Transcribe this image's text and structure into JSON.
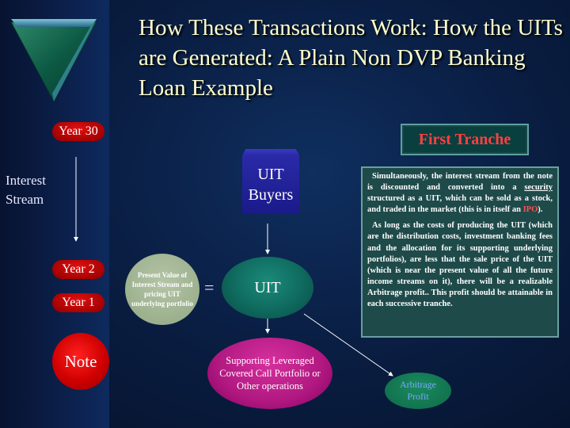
{
  "title": "How These Transactions Work: How the UITs are Generated: A Plain Non DVP Banking Loan Example",
  "timeline": {
    "year_30": "Year 30",
    "year_2": "Year 2",
    "year_1": "Year 1",
    "interest_line1": "Interest",
    "interest_line2": "Stream"
  },
  "note_label": "Note",
  "first_tranche": "First Tranche",
  "uit_buyers": {
    "line1": "UIT",
    "line2": "Buyers"
  },
  "uit_label": "UIT",
  "present_value": "Present Value of Interest Stream and pricing UIT underlying portfolio",
  "equals": "=",
  "supporting": "Supporting Leveraged Covered Call Portfolio or Other operations",
  "arbitrage": {
    "line1": "Arbitrage",
    "line2": "Profit"
  },
  "explain": {
    "p1_a": "Simultaneously, the interest stream from the note is discounted and converted into a ",
    "p1_security": "security",
    "p1_b": " structured as a UIT, which can be sold as a stock, and traded in the market (this is in itself an ",
    "p1_ipo": "IPO",
    "p1_c": ").",
    "p2": "As long as the costs of producing the UIT (which are the distribution costs, investment banking fees and the allocation for its supporting underlying portfolios), are less that the sale price of the UIT (which is near the present value of all the future income streams on it), there will be a realizable Arbitrage profit.. This profit should be attainable in each successive tranche."
  },
  "colors": {
    "title": "#ffffcc",
    "accent_red": "#ff4040",
    "panel_teal": "#1f4a4a"
  }
}
